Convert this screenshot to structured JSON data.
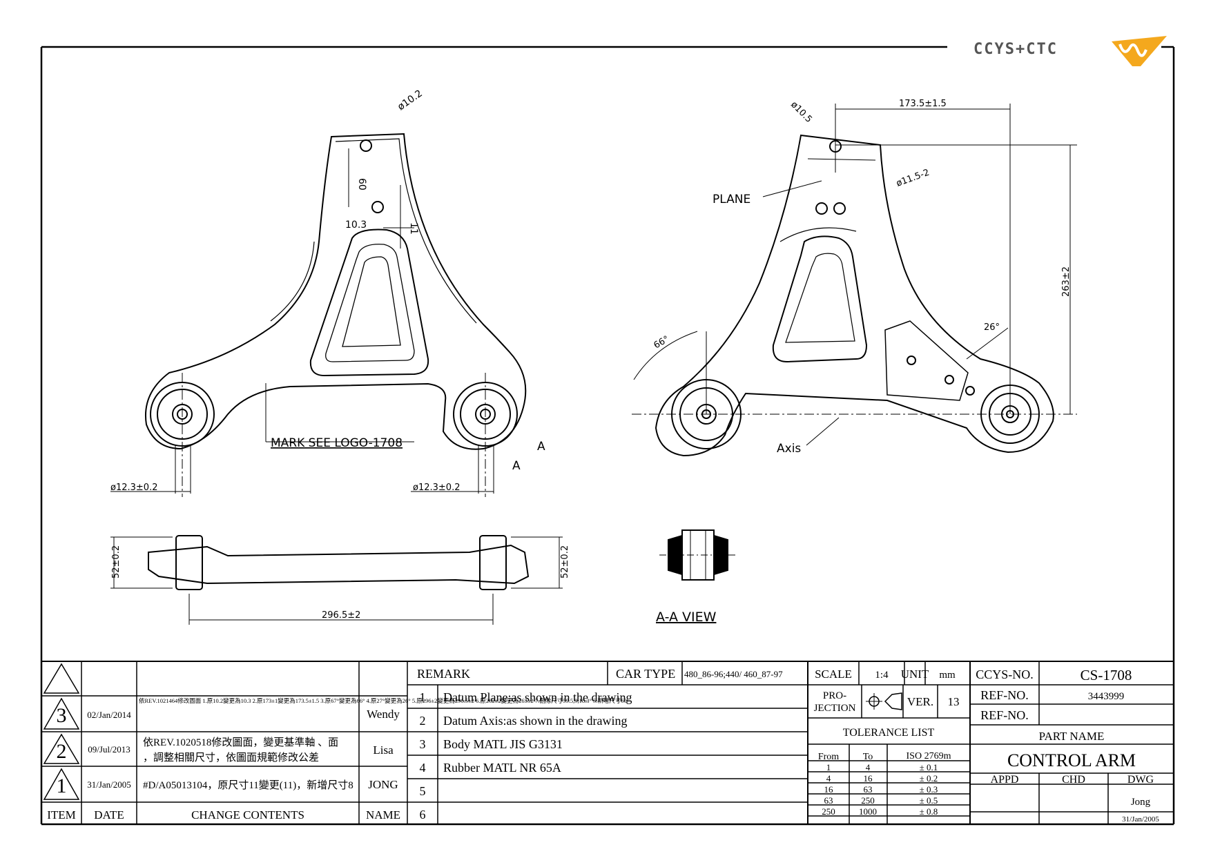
{
  "header": {
    "logo_text": "CCYS+CTC"
  },
  "drawing": {
    "left_view": {
      "hole_dia_top": "ø10.2",
      "dim_60": "60",
      "dim_103": "10.3",
      "dim_11": "11",
      "mark_label": "MARK SEE LOGO-1708",
      "bush_dia_left": "ø12.3±0.2",
      "bush_dia_right": "ø12.3±0.2",
      "section_a1": "A",
      "section_a2": "A"
    },
    "right_view": {
      "hole_dia": "ø10.5",
      "hole_dia_2": "ø11.5-2",
      "width_dim": "173.5±1.5",
      "height_dim": "263±2",
      "plane_label": "PLANE",
      "axis_label": "Axis",
      "angle_66": "66°",
      "angle_26": "26°"
    },
    "side_view": {
      "height_left": "52±0.2",
      "height_right": "52±0.2",
      "length_dim": "296.5±2"
    },
    "section_view": {
      "label": "A-A VIEW"
    }
  },
  "title_block": {
    "revisions": [
      {
        "item": "3",
        "date": "02/Jan/2014",
        "contents": "依REV.1021464修改圖面 1.原10.2變更為10.3 2.原173±1變更為173.5±1.5 3.原67°變更為66° 4.原27°變更為26° 5.原296±2變更為296.5±2 6.原262±2變更為263±2 7.刪除尺寸59.5,9,18.3° 5.新增尺寸60",
        "name": "Wendy"
      },
      {
        "item": "2",
        "date": "09/Jul/2013",
        "contents_line1": "依REV.1020518修改圖面，變更基準軸 、面",
        "contents_line2": "，調整相關尺寸，依圖面規範修改公差",
        "name": "Lisa"
      },
      {
        "item": "1",
        "date": "31/Jan/2005",
        "contents": "#D/A05013104，原尺寸11變更(11)，新增尺寸8",
        "name": "JONG"
      }
    ],
    "col_headers": {
      "item": "ITEM",
      "date": "DATE",
      "change": "CHANGE CONTENTS",
      "name": "NAME"
    },
    "remark_header": "REMARK",
    "car_type_label": "CAR TYPE",
    "car_type_value": "480_86-96;440/ 460_87-97",
    "remarks": [
      {
        "num": "1",
        "text": "Datum Plane:as shown in the drawing"
      },
      {
        "num": "2",
        "text": "Datum Axis:as shown in the drawing"
      },
      {
        "num": "3",
        "text": "Body MATL JIS G3131"
      },
      {
        "num": "4",
        "text": "Rubber MATL NR 65A"
      },
      {
        "num": "5",
        "text": ""
      },
      {
        "num": "6",
        "text": ""
      }
    ],
    "scale_label": "SCALE",
    "scale_value": "1:4",
    "unit_label": "UNIT",
    "unit_value": "mm",
    "projection_label_1": "PRO-",
    "projection_label_2": "JECTION",
    "ver_label": "VER.",
    "ver_value": "13",
    "tolerance_title": "TOLERANCE LIST",
    "tolerance_headers": [
      "From",
      "To",
      "ISO 2769m"
    ],
    "tolerances": [
      [
        "1",
        "4",
        "± 0.1"
      ],
      [
        "4",
        "16",
        "± 0.2"
      ],
      [
        "16",
        "63",
        "± 0.3"
      ],
      [
        "63",
        "250",
        "± 0.5"
      ],
      [
        "250",
        "1000",
        "± 0.8"
      ]
    ],
    "ccys_no_label": "CCYS-NO.",
    "ccys_no_value": "CS-1708",
    "ref_no_label": "REF-NO.",
    "ref_no_value": "3443999",
    "ref_no_label_2": "REF-NO.",
    "part_name_label": "PART NAME",
    "part_name_value": "CONTROL ARM",
    "appd_label": "APPD",
    "chd_label": "CHD",
    "dwg_label": "DWG",
    "dwg_name": "Jong",
    "dwg_date": "31/Jan/2005"
  }
}
